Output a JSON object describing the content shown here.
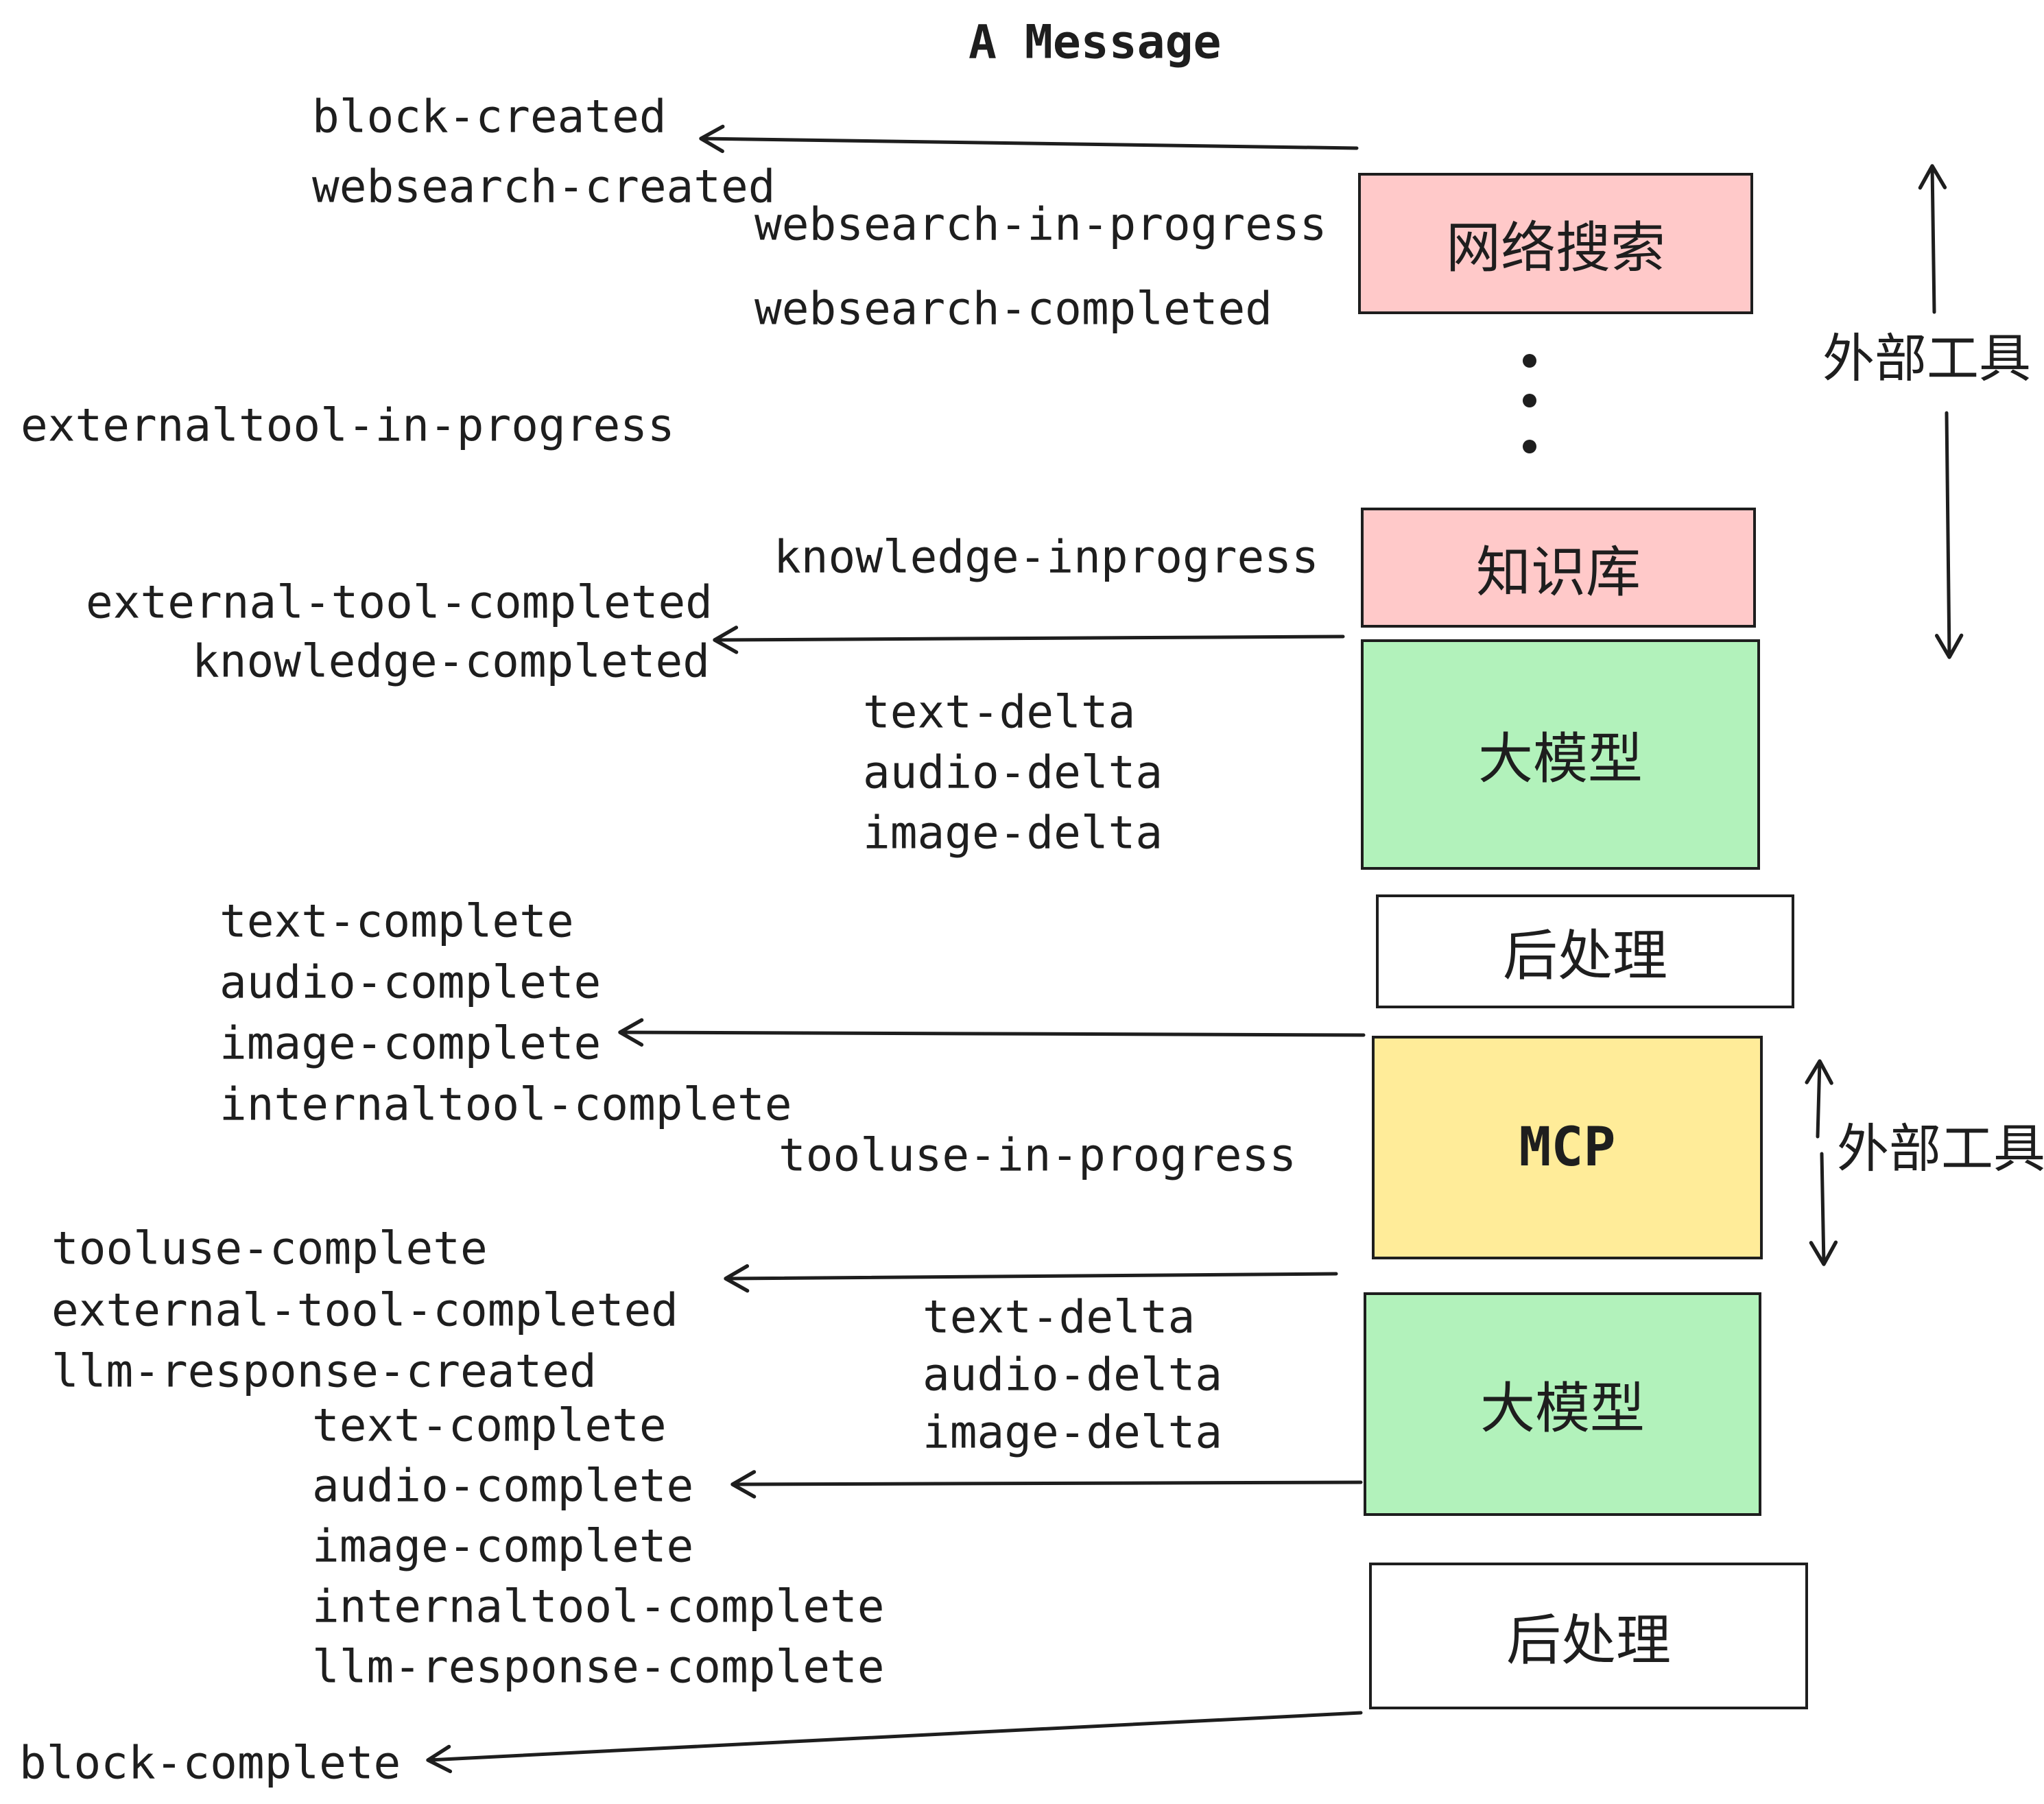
{
  "title": "A Message",
  "events": {
    "block_created": "block-created",
    "websearch_created": "websearch-created",
    "websearch_in_progress": "websearch-in-progress",
    "websearch_completed": "websearch-completed",
    "externaltool_in_progress": "externaltool-in-progress",
    "external_tool_completed": "external-tool-completed",
    "knowledge_inprogress": "knowledge-inprogress",
    "knowledge_completed": "knowledge-completed",
    "text_delta": "text-delta",
    "audio_delta": "audio-delta",
    "image_delta": "image-delta",
    "text_complete": "text-complete",
    "audio_complete": "audio-complete",
    "image_complete": "image-complete",
    "internaltool_complete": "internaltool-complete",
    "tooluse_in_progress": "tooluse-in-progress",
    "tooluse_complete": "tooluse-complete",
    "llm_response_created": "llm-response-created",
    "llm_response_complete": "llm-response-complete",
    "block_complete": "block-complete"
  },
  "boxes": [
    {
      "id": "websearch",
      "label": "网络搜索",
      "color": "#ffc9c9"
    },
    {
      "id": "knowledge",
      "label": "知识库",
      "color": "#ffc9c9"
    },
    {
      "id": "llm-1",
      "label": "大模型",
      "color": "#b2f2bb"
    },
    {
      "id": "postprocess-1",
      "label": "后处理",
      "color": "#ffffff"
    },
    {
      "id": "mcp",
      "label": "MCP",
      "color": "#ffec99"
    },
    {
      "id": "llm-2",
      "label": "大模型",
      "color": "#b2f2bb"
    },
    {
      "id": "postprocess-2",
      "label": "后处理",
      "color": "#ffffff"
    }
  ],
  "side_labels": {
    "external_tools_top": "外部工具",
    "external_tools_bottom": "外部工具"
  },
  "colors": {
    "background": "#ffffff",
    "stroke": "#1e1e1e",
    "node_pink": "#ffc9c9",
    "node_green": "#b2f2bb",
    "node_yellow": "#ffec99",
    "node_white": "#ffffff"
  }
}
